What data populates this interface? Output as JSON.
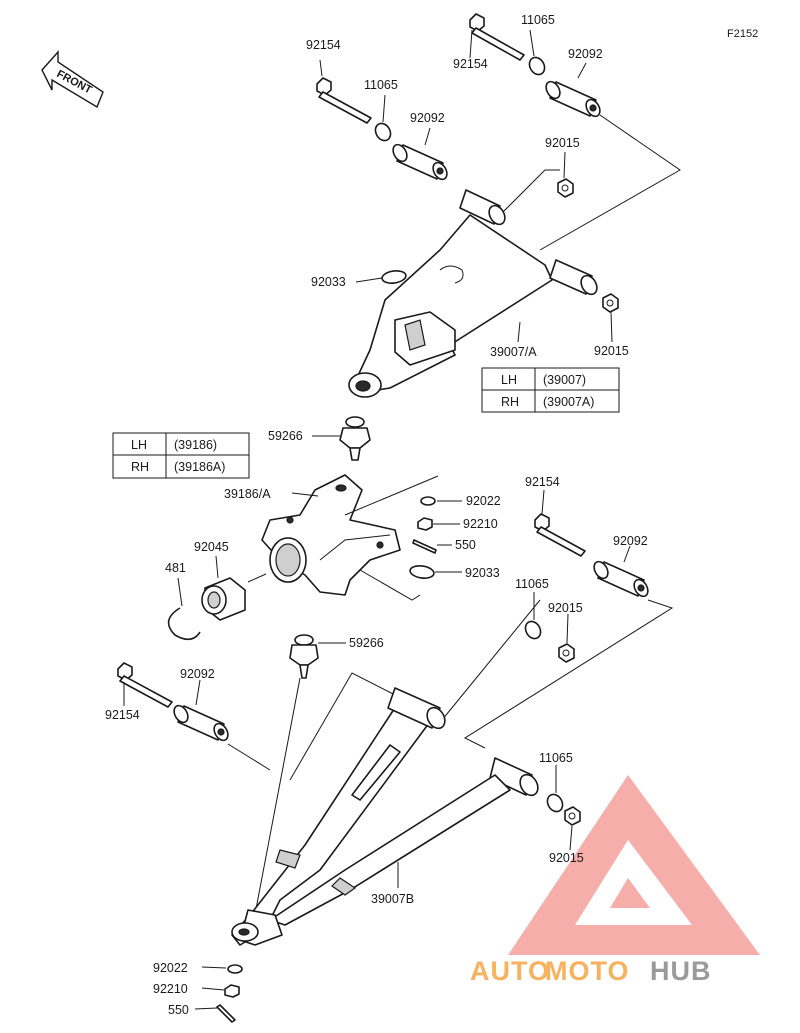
{
  "figure_code": "F2152",
  "front_label": "FRONT",
  "labels": {
    "b92154_top_right": "92154",
    "b11065_top_right": "11065",
    "b92092_top_right": "92092",
    "b92154_top_left": "92154",
    "b11065_top_left": "11065",
    "b92092_top_left": "92092",
    "n92015_upper_a": "92015",
    "r92033_upper": "92033",
    "n92015_upper_b": "92015",
    "arm_upper": "39007/A",
    "bj59266_upper": "59266",
    "knuckle": "39186/A",
    "w92022_mid": "92022",
    "n92210_mid": "92210",
    "p550_mid": "550",
    "r92033_mid": "92033",
    "bearing92045": "92045",
    "c481": "481",
    "bj59266_lower": "59266",
    "b92154_lower_right": "92154",
    "b92092_lower_right": "92092",
    "b11065_lower_right": "11065",
    "n92015_lower_right": "92015",
    "b92092_lower_left": "92092",
    "b92154_lower_left": "92154",
    "b11065_lower_arm": "11065",
    "n92015_lower_arm": "92015",
    "arm_lower": "39007B",
    "w92022_bottom": "92022",
    "n92210_bottom": "92210",
    "p550_bottom": "550"
  },
  "table_arm": {
    "rows": [
      {
        "side": "LH",
        "code": "(39007)"
      },
      {
        "side": "RH",
        "code": "(39007A)"
      }
    ]
  },
  "table_knuckle": {
    "rows": [
      {
        "side": "LH",
        "code": "(39186)"
      },
      {
        "side": "RH",
        "code": "(39186A)"
      }
    ]
  },
  "watermark": {
    "part1": "AUTO",
    "part2": "MOTO",
    "part3": "HUB",
    "color_primary": "#f6b25e",
    "color_secondary": "#9a9a9a",
    "color_triangle": "#f4a09b"
  }
}
